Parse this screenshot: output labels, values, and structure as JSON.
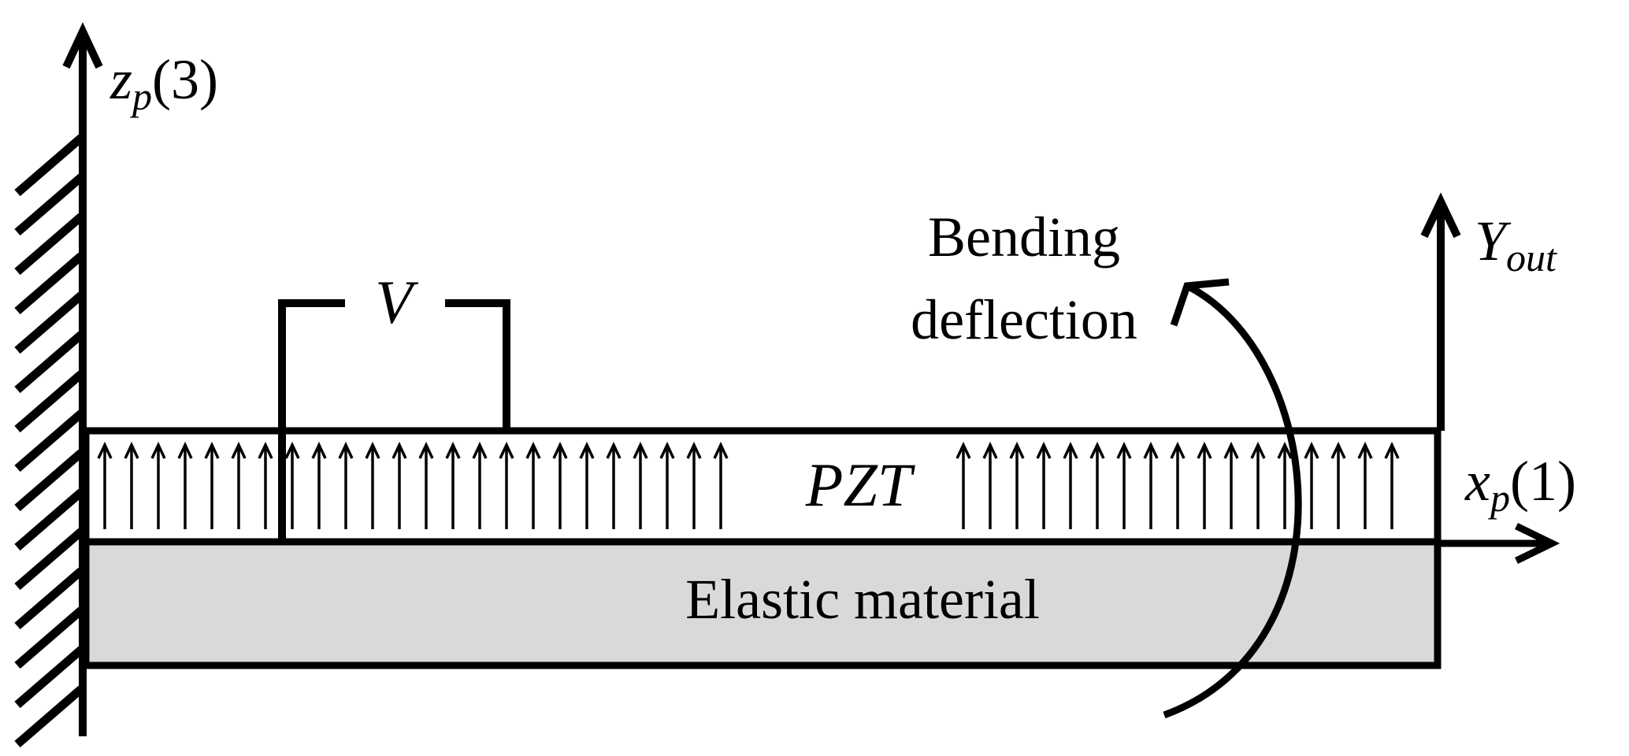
{
  "labels": {
    "z_axis_main": "z",
    "z_axis_sub": "p",
    "z_axis_suffix": "(3)",
    "x_axis_main": "x",
    "x_axis_sub": "p",
    "x_axis_suffix": "(1)",
    "y_out_main": "Y",
    "y_out_sub": "out",
    "voltage": "V",
    "pzt": "PZT",
    "elastic": "Elastic material",
    "bending_line1": "Bending",
    "bending_line2": "deflection"
  },
  "colors": {
    "ink": "#000000",
    "elastic_fill": "#d9d9d9",
    "background": "#ffffff"
  },
  "pzt_polarization": "upward arrows (poling direction +z)"
}
